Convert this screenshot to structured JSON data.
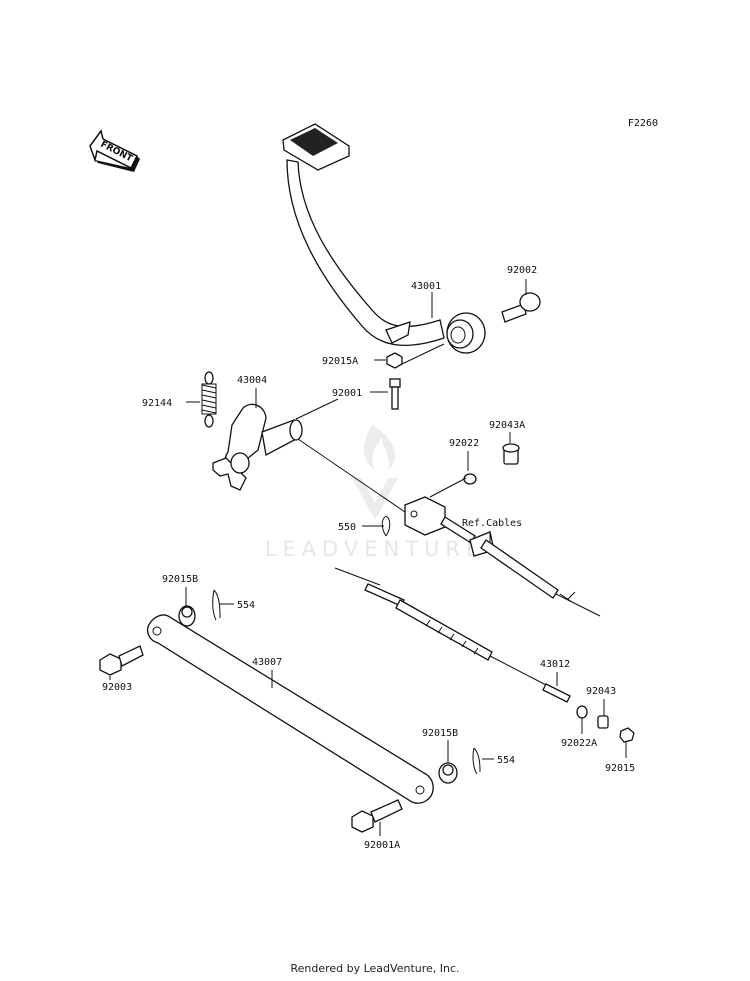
{
  "diagram": {
    "code": "F2260",
    "front_label": "FRONT",
    "watermark": "LEADVENTURE",
    "cables_ref": "Ref.Cables",
    "parts": {
      "p43001": "43001",
      "p92002": "92002",
      "p92015A": "92015A",
      "p92001": "92001",
      "p43004": "43004",
      "p92144": "92144",
      "p92043A": "92043A",
      "p92022": "92022",
      "p550": "550",
      "p92015B_top": "92015B",
      "p554_top": "554",
      "p92003": "92003",
      "p43007": "43007",
      "p43012": "43012",
      "p92043": "92043",
      "p92022A": "92022A",
      "p92015": "92015",
      "p92015B_bottom": "92015B",
      "p554_bottom": "554",
      "p92001A": "92001A"
    }
  },
  "footer": {
    "text": "Rendered by LeadVenture, Inc."
  }
}
